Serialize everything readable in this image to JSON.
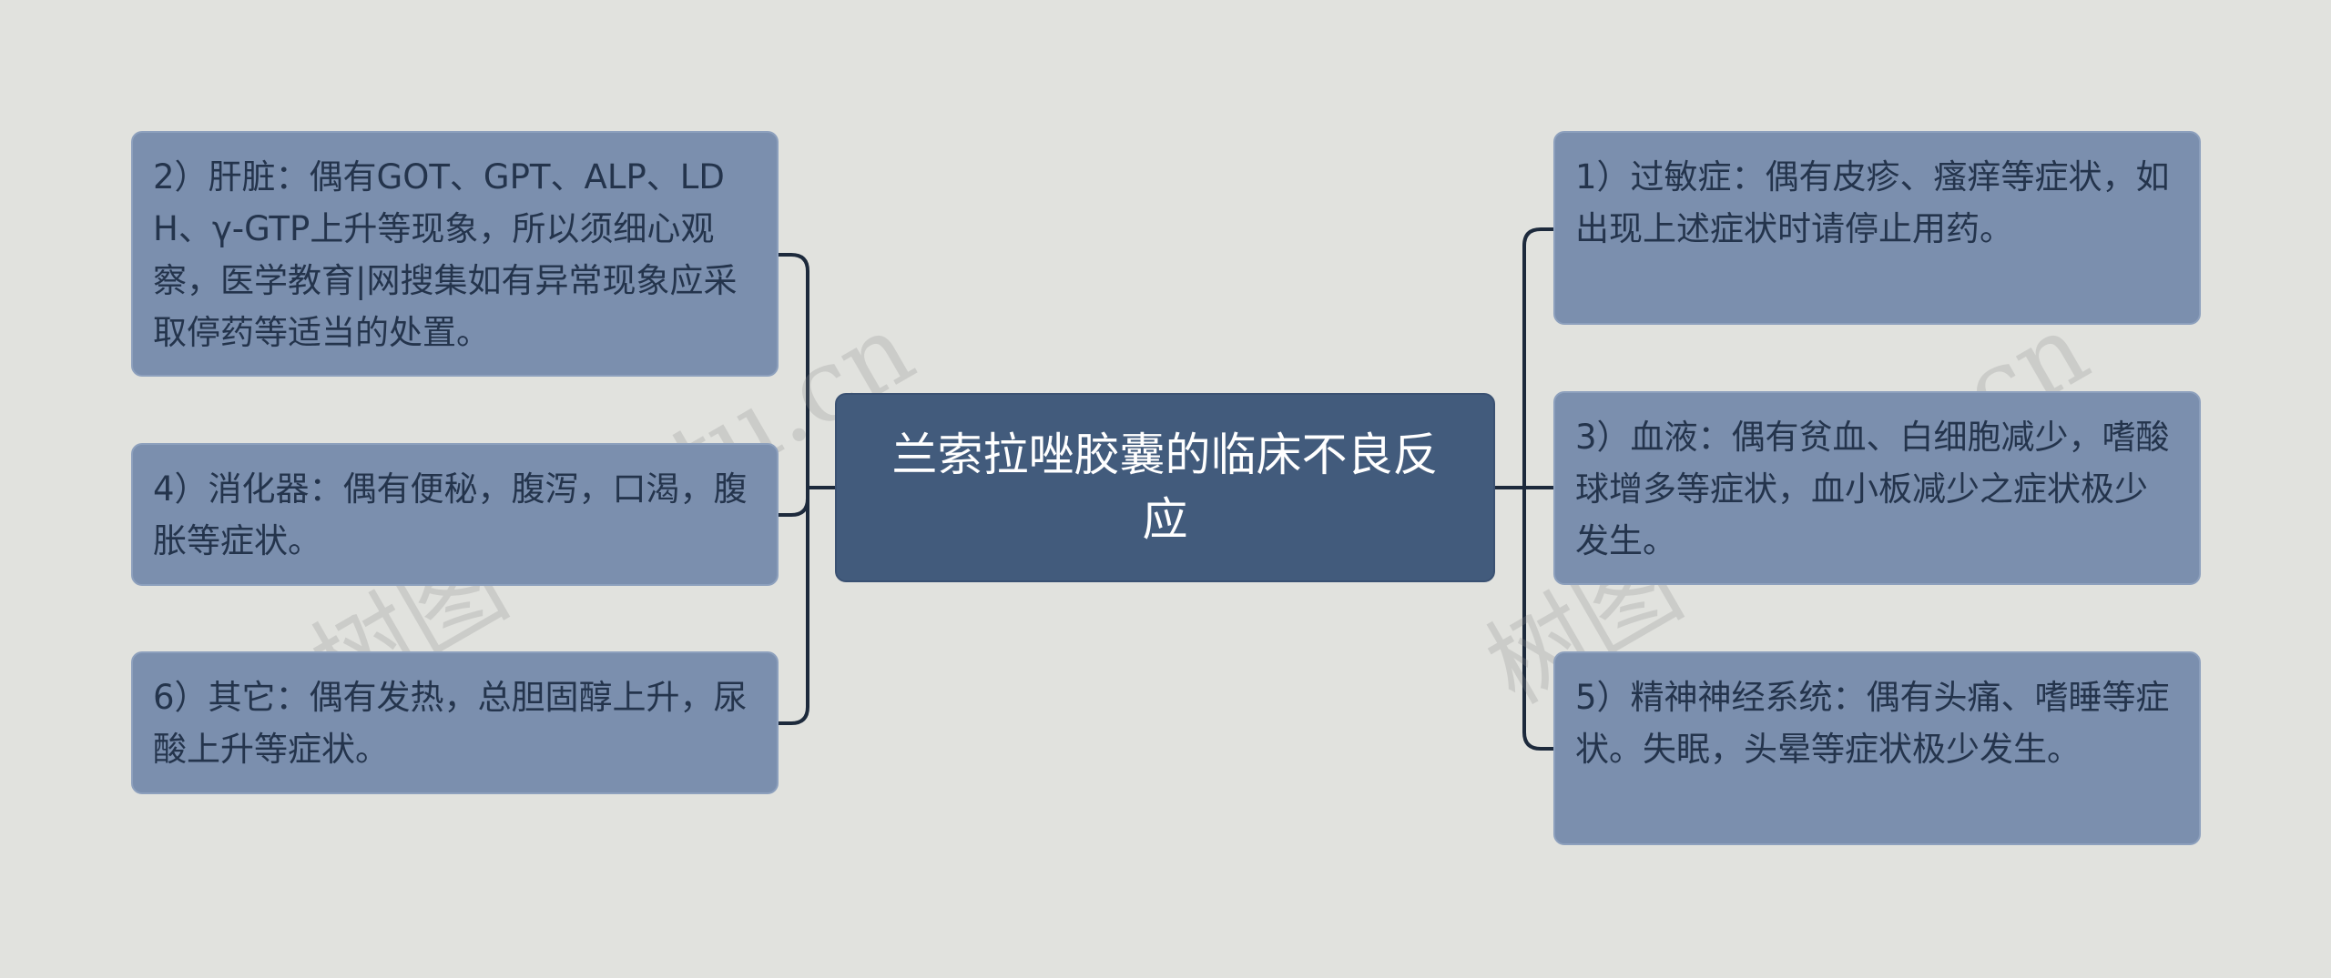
{
  "center": {
    "title": "兰索拉唑胶囊的临床不良反应"
  },
  "left_nodes": [
    {
      "text": "2）肝脏：偶有GOT、GPT、ALP、LDH、γ-GTP上升等现象，所以须细心观察，医学教育|网搜集如有异常现象应采取停药等适当的处置。"
    },
    {
      "text": "4）消化器：偶有便秘，腹泻，口渴，腹胀等症状。"
    },
    {
      "text": "6）其它：偶有发热，总胆固醇上升，尿酸上升等症状。"
    }
  ],
  "right_nodes": [
    {
      "text": "1）过敏症：偶有皮疹、瘙痒等症状，如出现上述症状时请停止用药。"
    },
    {
      "text": "3）血液：偶有贫血、白细胞减少，嗜酸球增多等症状，血小板减少之症状极少发生。"
    },
    {
      "text": "5）精神神经系统：偶有头痛、嗜睡等症状。失眠，头晕等症状极少发生。"
    }
  ],
  "watermarks": [
    {
      "text": "树图 shutu.cn"
    },
    {
      "text": "树图 shutu.cn"
    }
  ],
  "colors": {
    "background": "#e1e2de",
    "center_fill": "#425b7c",
    "node_fill": "#7b8fae",
    "connector": "#1d2a3c"
  }
}
